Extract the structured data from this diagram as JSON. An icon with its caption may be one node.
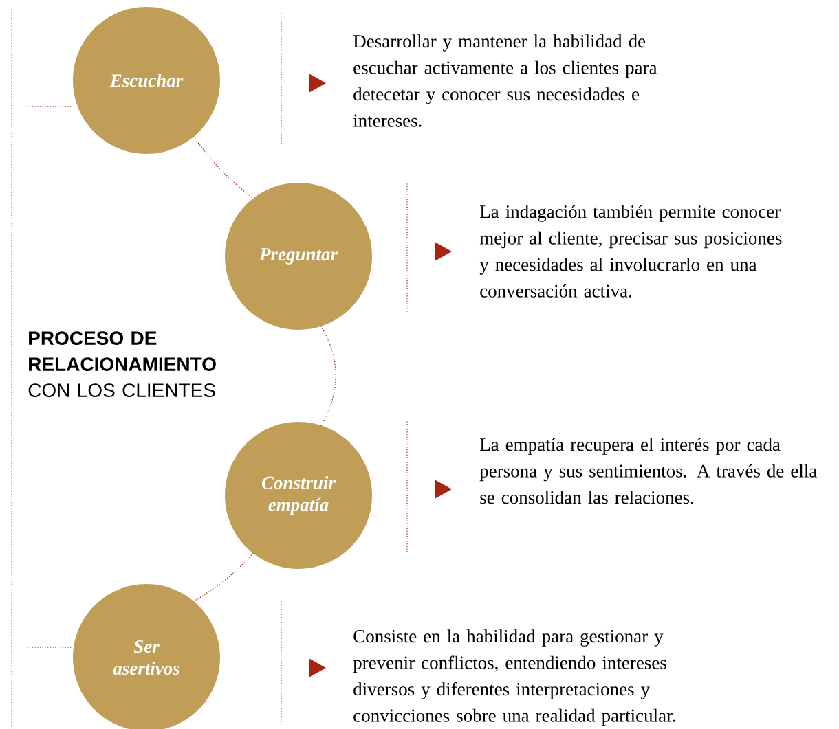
{
  "diagram": {
    "title": "**PROCESO DE RELACIONAMIENTO** CON LOS CLIENTES",
    "nodes": [
      {
        "text": [
          "Escuchar"
        ]
      },
      {
        "text": [
          "Preguntar"
        ]
      },
      {
        "text": [
          "Construir empatía"
        ]
      },
      {
        "text": [
          "Ser asertivos"
        ]
      }
    ],
    "edges": [
      {
        "from": null,
        "to": 0,
        "arrow": "none"
      },
      {
        "from": 0,
        "to": 1,
        "arrow": "none"
      },
      {
        "from": 1,
        "to": 2,
        "arrow": "none"
      },
      {
        "from": 2,
        "to": 3,
        "arrow": "none"
      },
      {
        "from": null,
        "to": 3,
        "arrow": "none"
      }
    ],
    "labels": [
      "Desarrollar y mantener la habilidad de escuchar activamente a los clientes para detecetar y conocer sus necesidades e intereses.",
      "La indagación también permite conocer mejor al cliente, precisar sus posiciones y necesidades al involucrarlo en una conversación activa.",
      "La empatía recupera el interés por cada persona y sus sentimientos. A través de ella se consolidan las relaciones.",
      "Consiste en la habilidad para gestionar y prevenir conflictos, entendiendo intereses diversos y diferentes interpretaciones y convicciones sobre una realidad particular."
    ]
  }
}
